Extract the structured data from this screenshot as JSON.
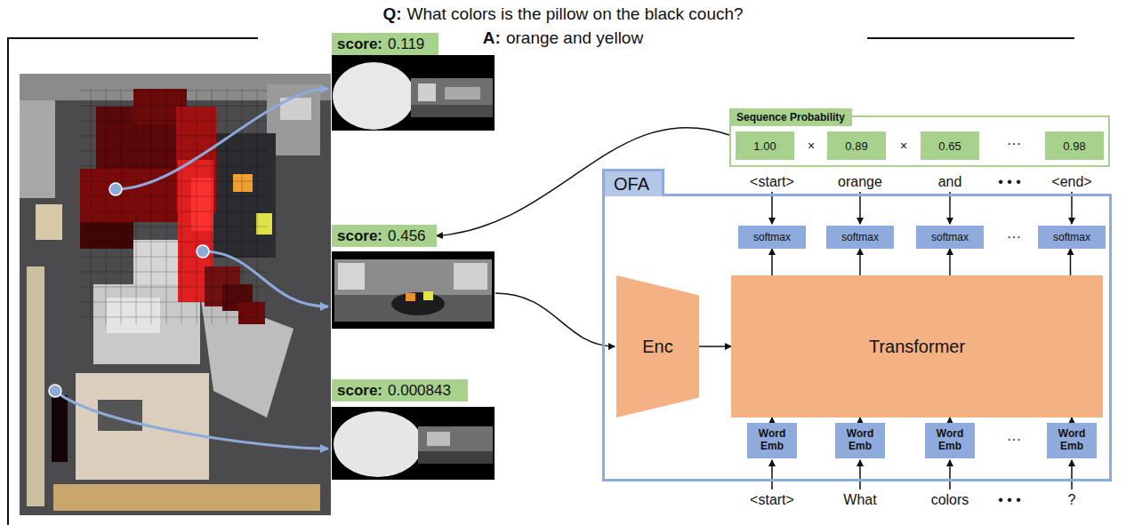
{
  "diagram": {
    "nodes": [
      {
        "text": [
          "score:",
          "0.119"
        ]
      },
      {
        "text": [
          "score:",
          "0.456"
        ]
      },
      {
        "text": [
          "score:",
          "0.000843"
        ]
      },
      {
        "text": [
          "Sequence Probability"
        ]
      },
      {
        "text": [
          "1.00"
        ],
        "in": 3
      },
      {
        "text": [
          "0.89"
        ],
        "in": 3
      },
      {
        "text": [
          "0.65"
        ],
        "in": 3
      },
      {
        "text": [
          "0.98"
        ],
        "in": 3
      },
      {
        "text": [
          "OFA"
        ]
      },
      {
        "text": [
          "softmax"
        ],
        "in": 8
      },
      {
        "text": [
          "softmax"
        ],
        "in": 8
      },
      {
        "text": [
          "softmax"
        ],
        "in": 8
      },
      {
        "text": [
          "softmax"
        ],
        "in": 8
      },
      {
        "text": [
          "Enc"
        ],
        "in": 8
      },
      {
        "text": [
          "Transformer"
        ],
        "in": 8
      },
      {
        "text": [
          "Word Emb"
        ],
        "in": 8
      },
      {
        "text": [
          "Word Emb"
        ],
        "in": 8
      },
      {
        "text": [
          "Word Emb"
        ],
        "in": 8
      },
      {
        "text": [
          "Word Emb"
        ],
        "in": 8
      }
    ],
    "edges": [
      {
        "from": 3,
        "to": 1,
        "arrow": "to"
      },
      {
        "from": 14,
        "to": 9,
        "arrow": "to"
      },
      {
        "from": 14,
        "to": 10,
        "arrow": "to"
      },
      {
        "from": 14,
        "to": 11,
        "arrow": "to"
      },
      {
        "from": 14,
        "to": 12,
        "arrow": "to"
      },
      {
        "from": 13,
        "to": 14,
        "arrow": "to"
      },
      {
        "from": 15,
        "to": 14,
        "arrow": "to"
      },
      {
        "from": 16,
        "to": 14,
        "arrow": "to"
      },
      {
        "from": 17,
        "to": 14,
        "arrow": "to"
      },
      {
        "from": 18,
        "to": 14,
        "arrow": "to"
      }
    ],
    "labels": [
      "Q:",
      "What colors is the pillow on the black couch?",
      "A:",
      "orange and yellow",
      "×",
      "×",
      "···",
      "<start>",
      "orange",
      "and",
      "• • •",
      "<end>",
      "···",
      "···",
      "<start>",
      "What",
      "colors",
      "• • •",
      "?"
    ]
  }
}
